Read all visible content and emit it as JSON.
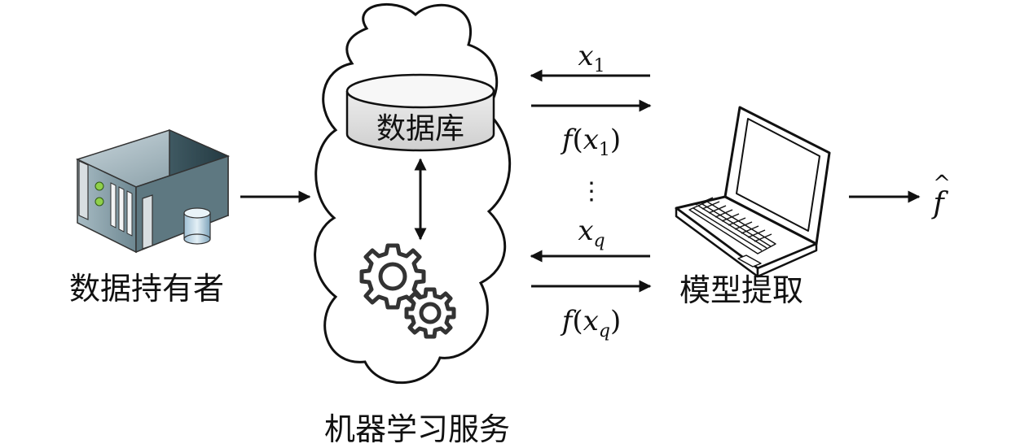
{
  "labels": {
    "data_owner": "数据持有者",
    "database": "数据库",
    "ml_service": "机器学习服务",
    "model_extraction": "模型提取"
  },
  "queries": {
    "x1": {
      "base": "x",
      "sub": "1"
    },
    "fx1": {
      "f": "f",
      "open": "(",
      "base": "x",
      "sub": "1",
      "close": ")"
    },
    "ellipsis": "⋮",
    "xq": {
      "base": "x",
      "sub": "q"
    },
    "fxq": {
      "f": "f",
      "open": "(",
      "base": "x",
      "sub": "q",
      "close": ")"
    }
  },
  "output": {
    "symbol": "f",
    "accent": "^"
  },
  "icons": [
    "server-icon",
    "database-icon",
    "gears-icon",
    "laptop-icon",
    "cloud-icon"
  ]
}
